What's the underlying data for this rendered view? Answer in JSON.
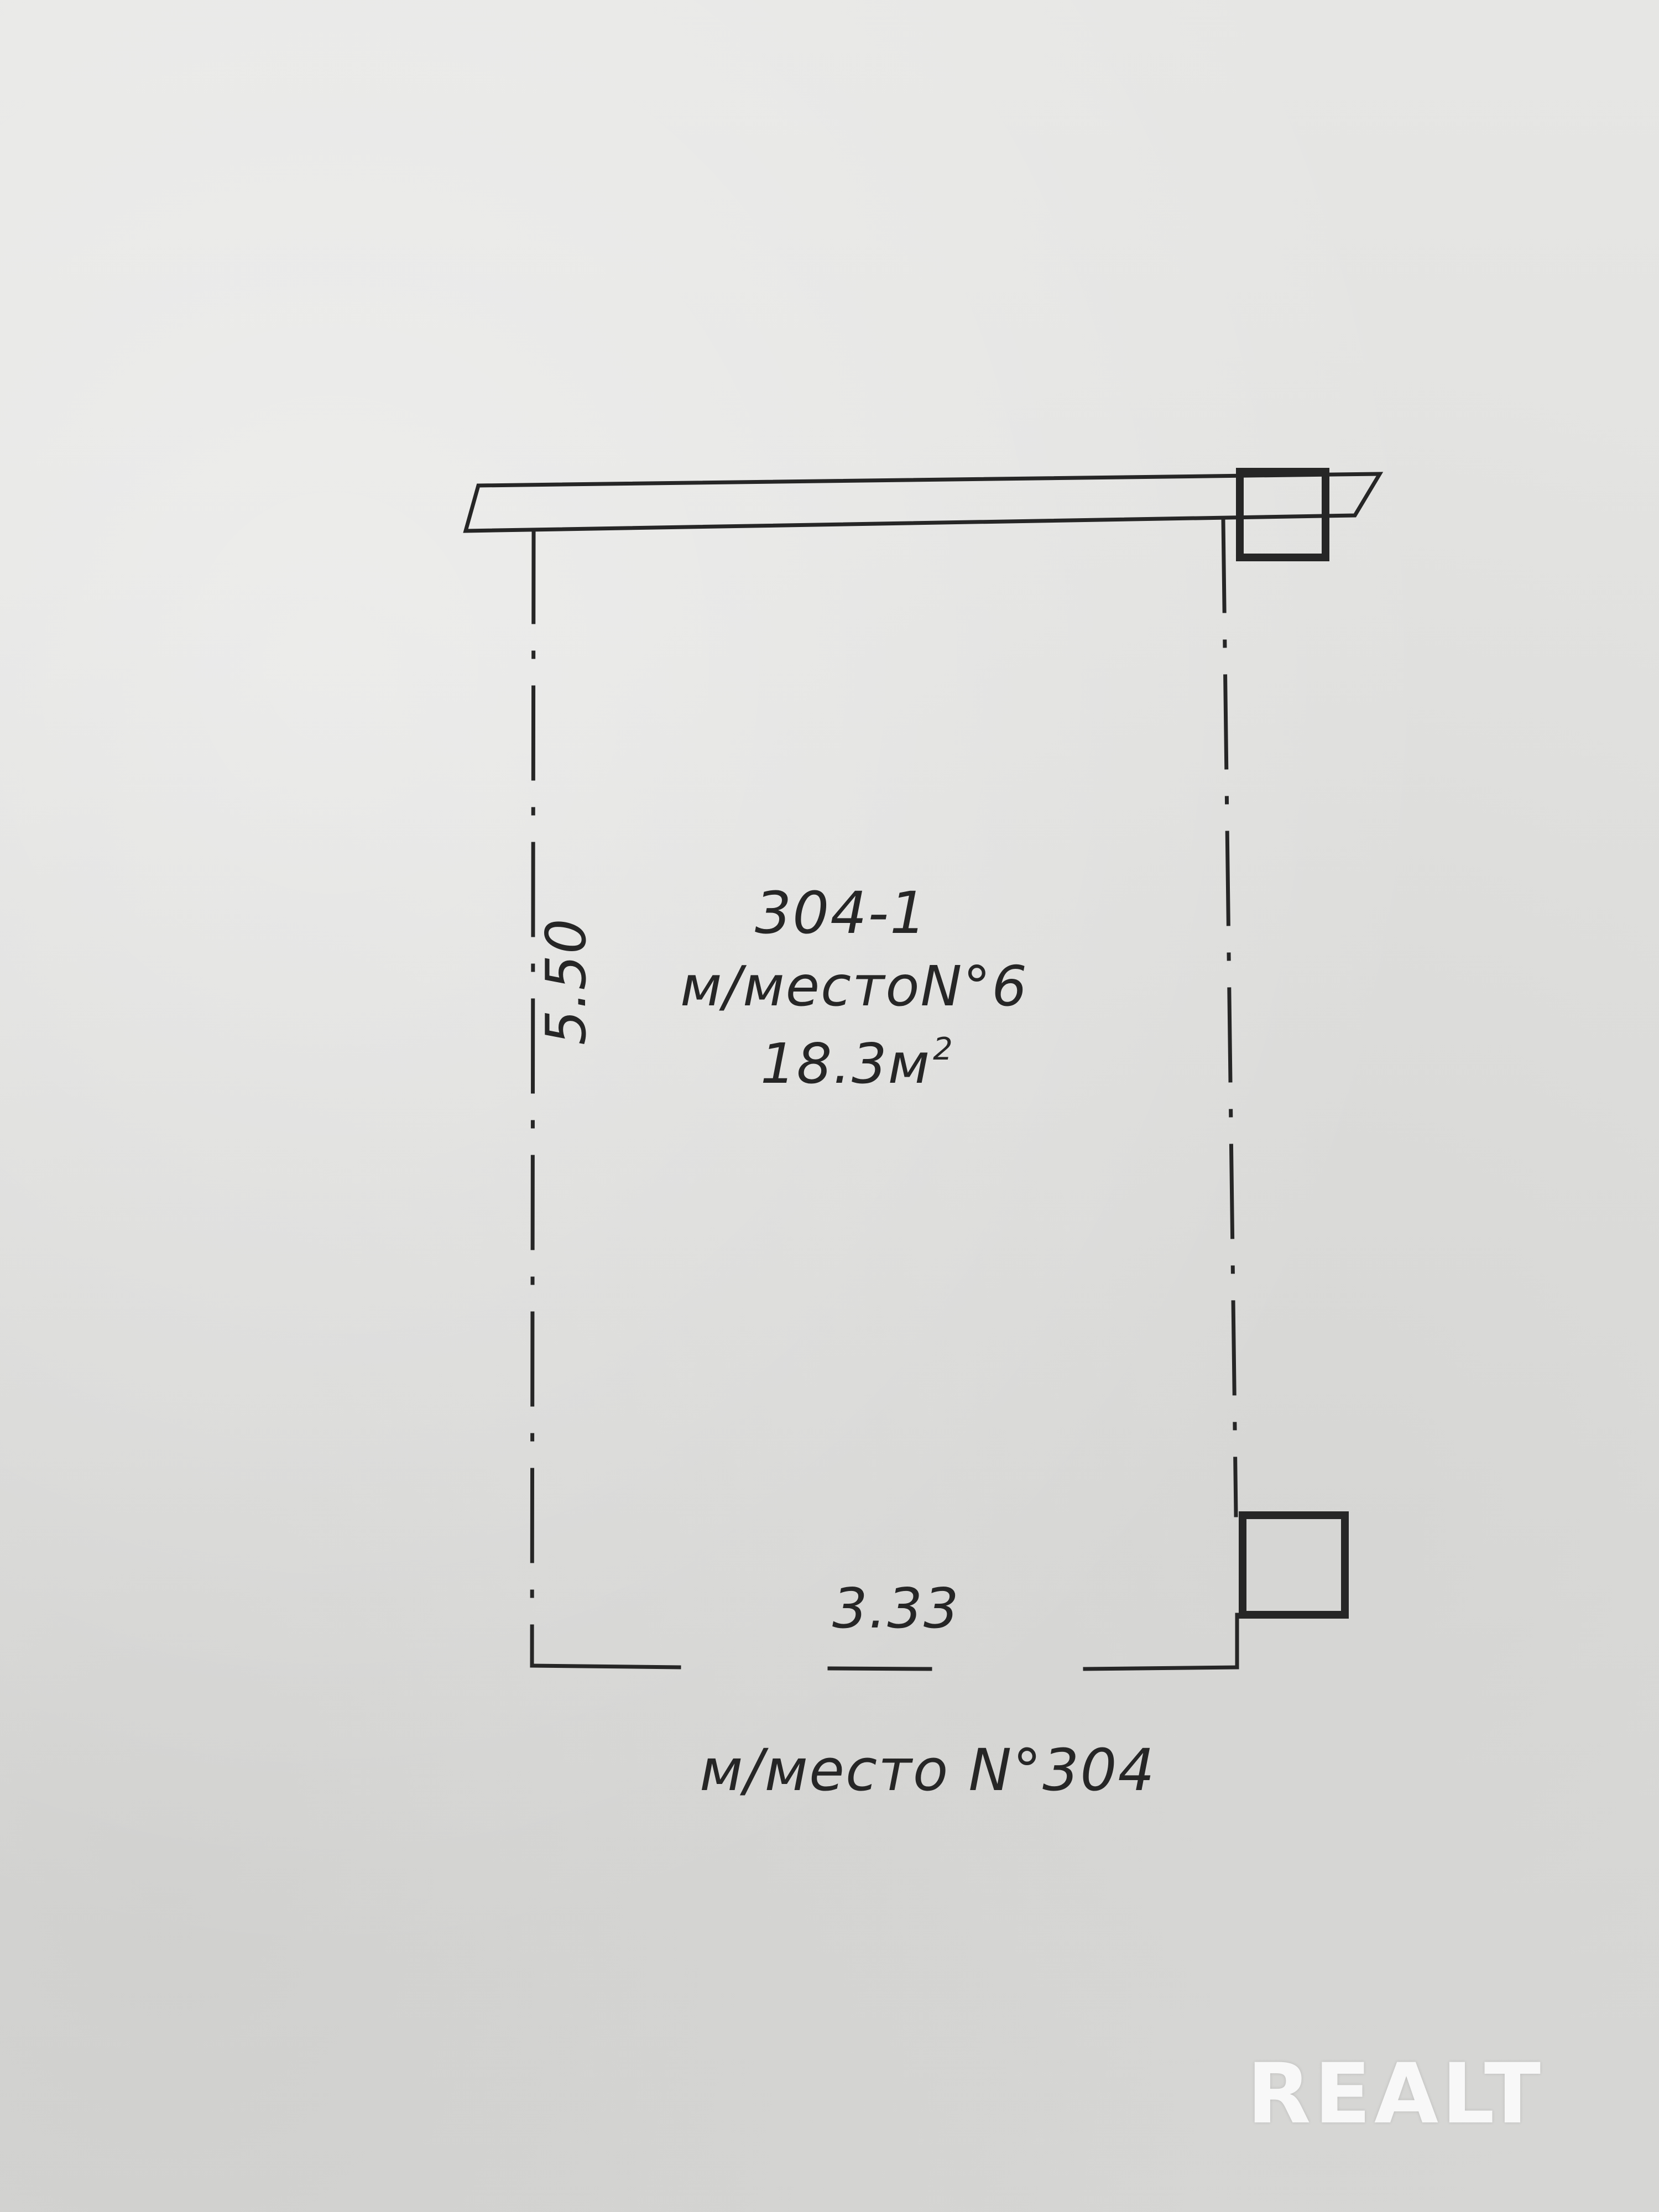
{
  "plan": {
    "room_code": "304-1",
    "room_name": "м/местоN°6",
    "room_area": "18.3м",
    "room_area_unit_exp": "2",
    "dim_height": "5.50",
    "dim_width": "3.33",
    "neighbor_label": "м/место N°304"
  },
  "watermark": {
    "logo_text": "REALT"
  },
  "colors": {
    "paper": "#e4e4e2",
    "ink": "#262626",
    "watermark": "#ffffff"
  }
}
